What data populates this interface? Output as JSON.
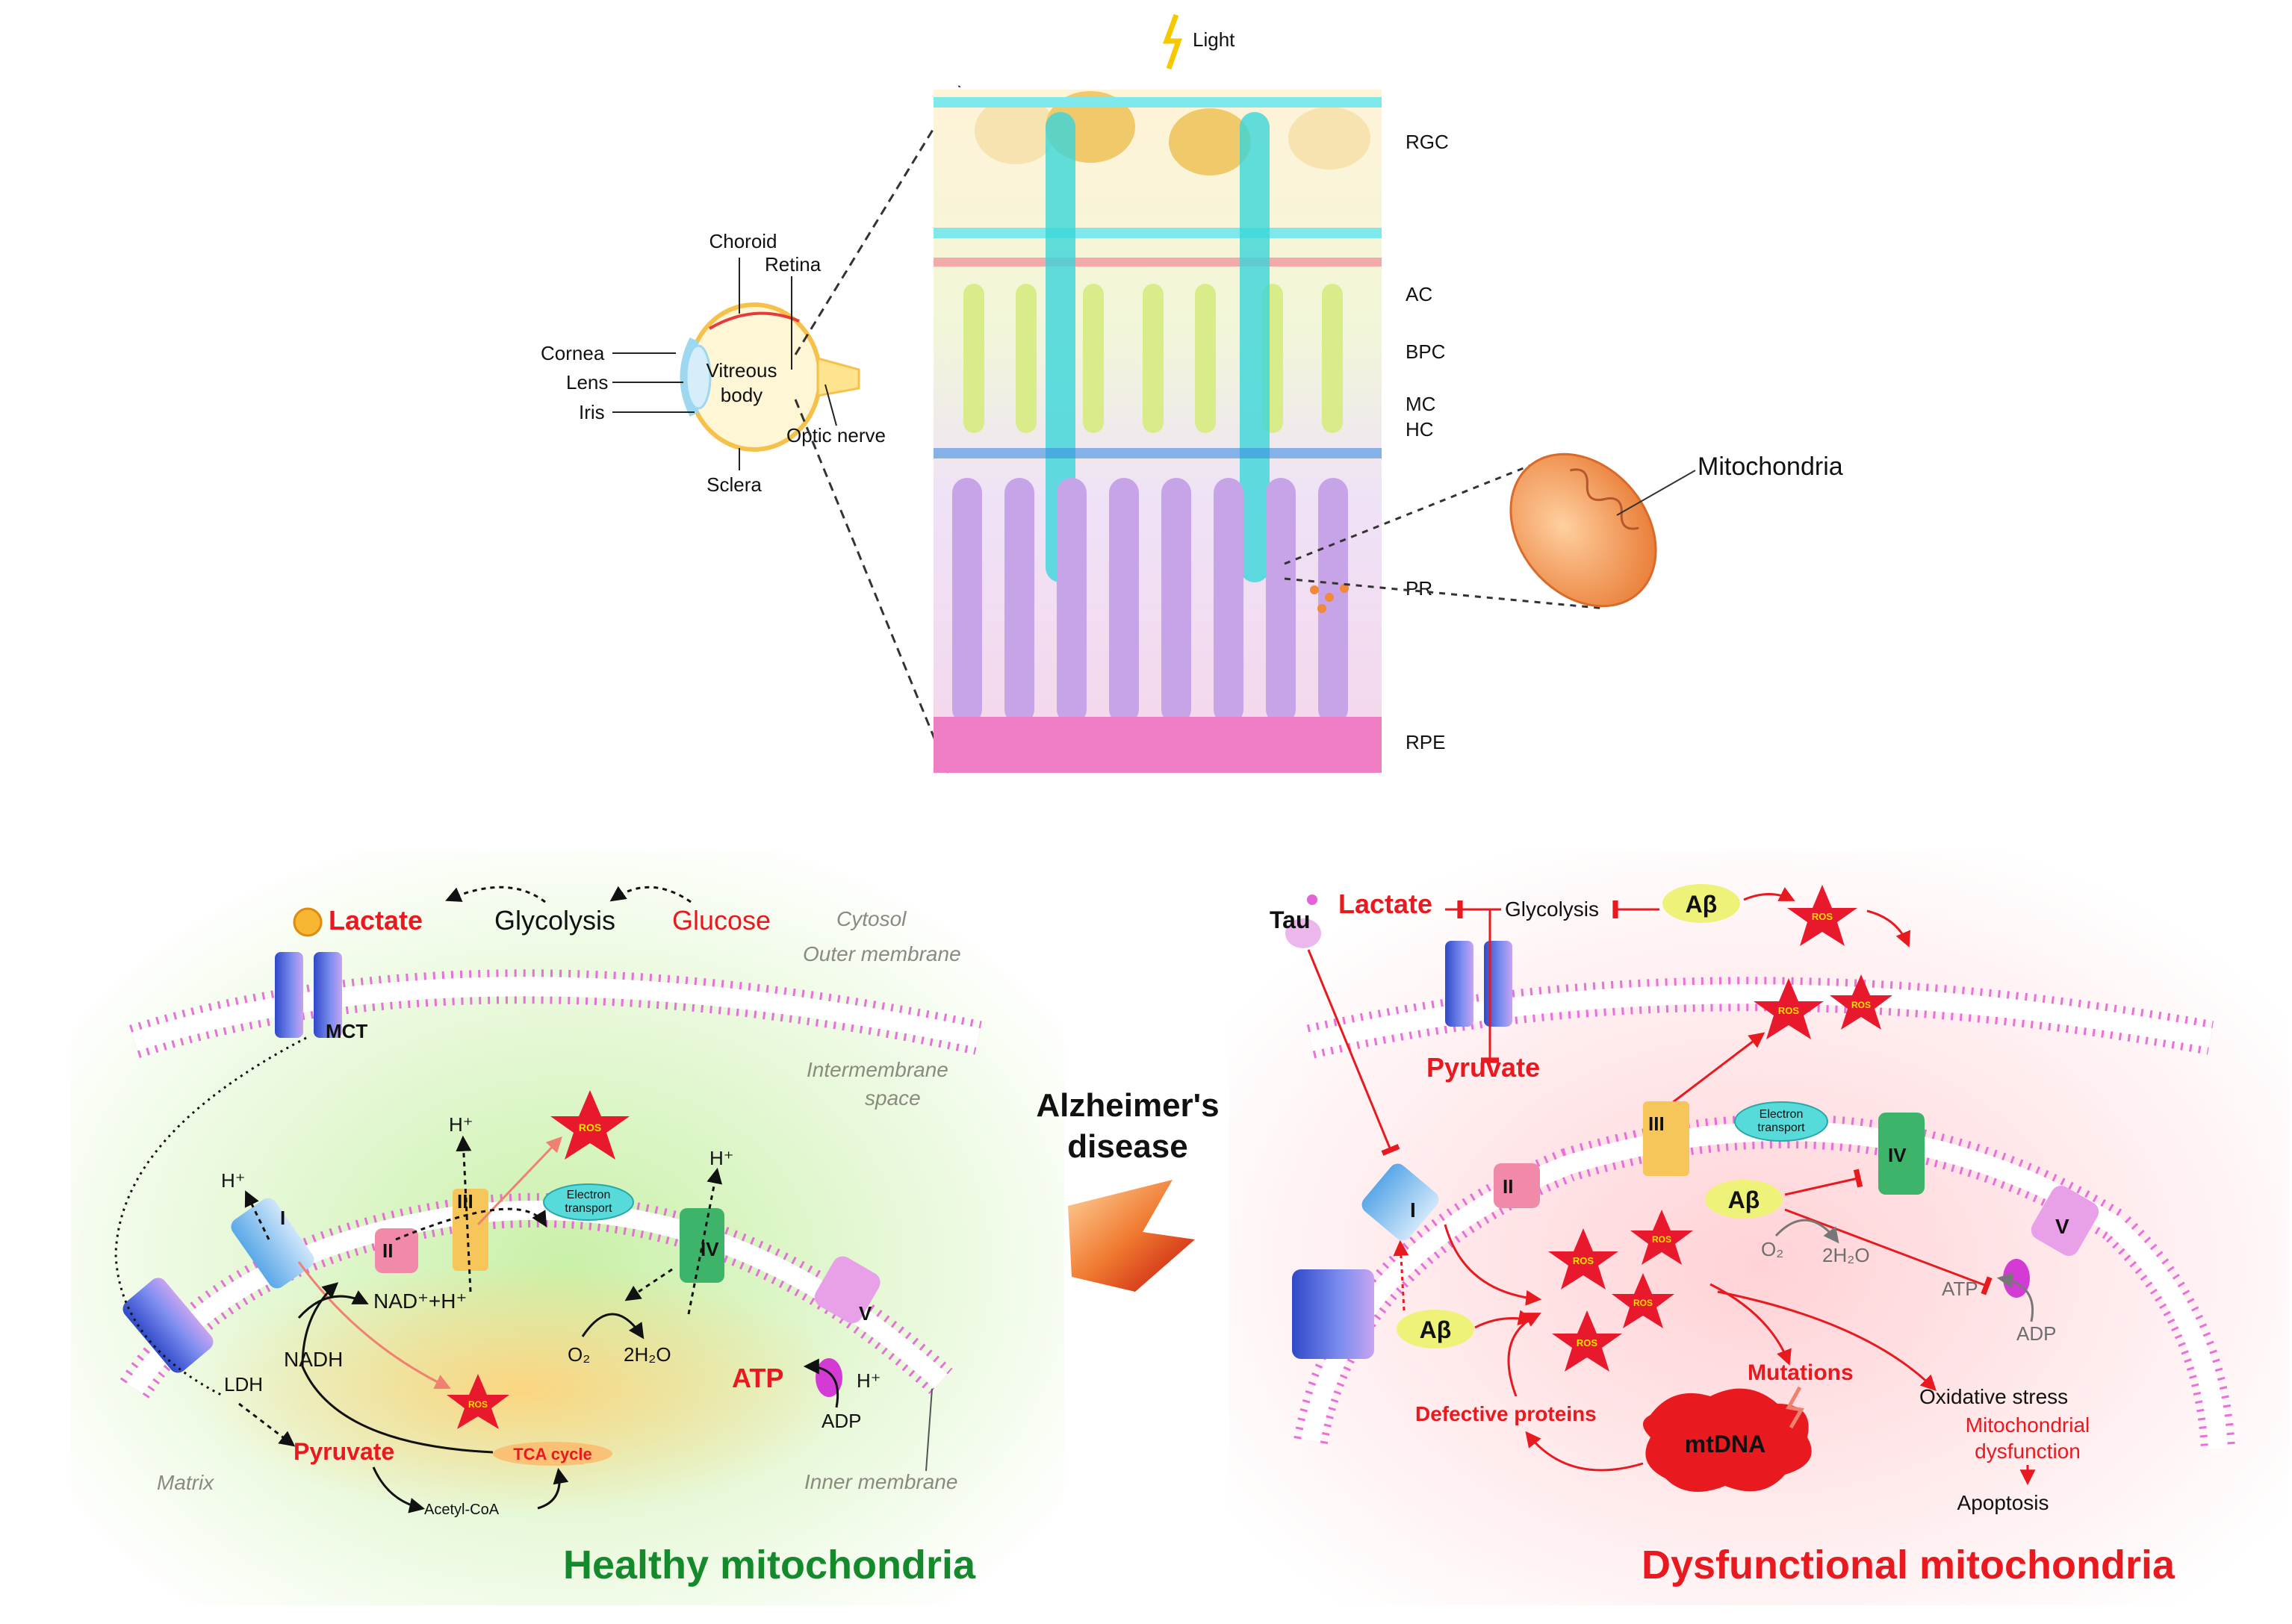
{
  "eye": {
    "choroid": "Choroid",
    "retina": "Retina",
    "cornea": "Cornea",
    "lens": "Lens",
    "iris": "Iris",
    "vitreous1": "Vitreous",
    "vitreous2": "body",
    "optic_nerve": "Optic nerve",
    "sclera": "Sclera"
  },
  "retina": {
    "light": "Light",
    "layers": {
      "rgc": "RGC",
      "ac": "AC",
      "bpc": "BPC",
      "mc": "MC",
      "hc": "HC",
      "pr": "PR",
      "rpe": "RPE"
    },
    "mitochondria": "Mitochondria"
  },
  "healthy": {
    "title": "Healthy mitochondria",
    "lactate": "Lactate",
    "glycolysis": "Glycolysis",
    "glucose": "Glucose",
    "cytosol": "Cytosol",
    "outer_membrane": "Outer membrane",
    "mct": "MCT",
    "intermembrane1": "Intermembrane",
    "intermembrane2": "space",
    "h1": "H⁺",
    "h2": "H⁺",
    "h3": "H⁺",
    "h4": "H⁺",
    "ros": "ROS",
    "complex_i": "I",
    "complex_ii": "II",
    "complex_iii": "III",
    "complex_iv": "IV",
    "complex_v": "V",
    "electron1": "Electron",
    "electron2": "transport",
    "nad": "NAD⁺+H⁺",
    "nadh": "NADH",
    "o2": "O₂",
    "h2o": "2H₂O",
    "atp": "ATP",
    "adp": "ADP",
    "ldh": "LDH",
    "pyruvate": "Pyruvate",
    "tca": "TCA cycle",
    "acetyl": "Acetyl-CoA",
    "matrix": "Matrix",
    "inner_membrane": "Inner membrane"
  },
  "transition": {
    "line1": "Alzheimer's",
    "line2": "disease"
  },
  "dysfunctional": {
    "title": "Dysfunctional mitochondria",
    "tau": "Tau",
    "lactate": "Lactate",
    "glycolysis": "Glycolysis",
    "abeta1": "Aβ",
    "abeta2": "Aβ",
    "abeta3": "Aβ",
    "pyruvate": "Pyruvate",
    "ros": "ROS",
    "complex_i": "I",
    "complex_ii": "II",
    "complex_iii": "III",
    "complex_iv": "IV",
    "complex_v": "V",
    "electron1": "Electron",
    "electron2": "transport",
    "o2": "O₂",
    "h2o": "2H₂O",
    "atp": "ATP",
    "adp": "ADP",
    "mutations": "Mutations",
    "defective": "Defective proteins",
    "mtdna": "mtDNA",
    "oxidative": "Oxidative stress",
    "mito_dys1": "Mitochondrial",
    "mito_dys2": "dysfunction",
    "apoptosis": "Apoptosis"
  },
  "colors": {
    "red": "#e8191f",
    "green": "#158a2d",
    "membrane": "#e462d6",
    "complex_blue": "#4a78d8",
    "ros_star": "#e8192c",
    "ros_core": "#f5e000"
  }
}
